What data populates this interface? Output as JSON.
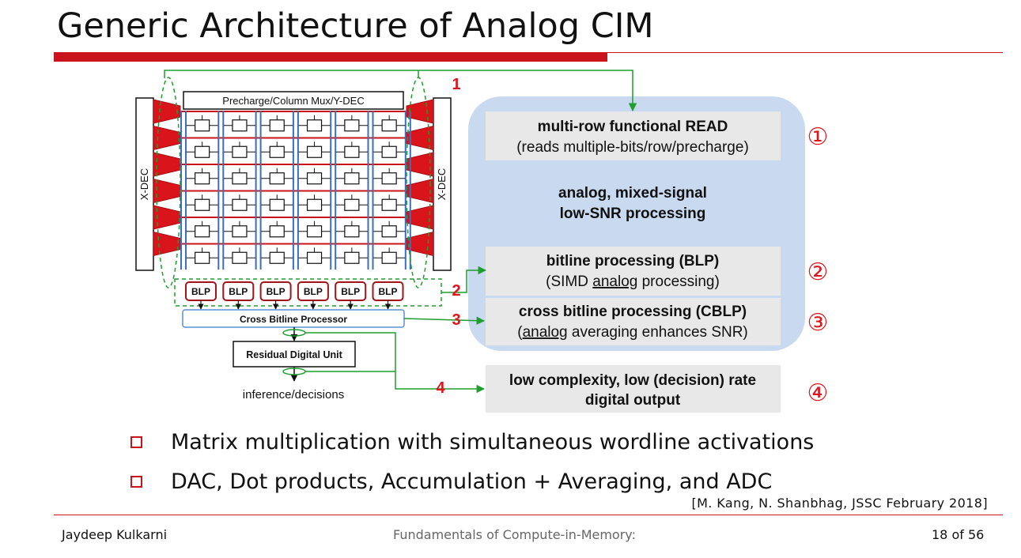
{
  "slide": {
    "title": "Generic Architecture of Analog CIM",
    "accent_color": "#c8141a",
    "arrow_color": "#1f9d2e",
    "panel_color": "#c9d9ef"
  },
  "diagram": {
    "header_block": "Precharge/Column Mux/Y-DEC",
    "xdec_left": "X-DEC",
    "xdec_right": "X-DEC",
    "blp_label": "BLP",
    "blp_count": 6,
    "cross_bitline": "Cross Bitline Processor",
    "residual": "Residual Digital Unit",
    "output": "inference/decisions",
    "arrow_numbers": [
      "1",
      "2",
      "3",
      "4"
    ],
    "blocks": [
      {
        "line1": "multi-row functional READ",
        "line2": "(reads multiple-bits/row/precharge)",
        "line2_underline": ""
      },
      {
        "line1": "analog, mixed-signal",
        "line2": "low-SNR processing"
      },
      {
        "line1": "bitline processing (BLP)",
        "line2_pre": "(SIMD ",
        "line2_underline": "analog",
        "line2_post": " processing)"
      },
      {
        "line1": "cross bitline processing (CBLP)",
        "line2_pre": "(",
        "line2_underline": "analog",
        "line2_post": " averaging enhances SNR)"
      },
      {
        "line1": "low complexity, low (decision) rate",
        "line2": "digital output"
      }
    ],
    "circled_numbers": [
      "①",
      "②",
      "③",
      "④"
    ]
  },
  "bullets": [
    "Matrix multiplication with simultaneous wordline activations",
    "DAC, Dot products, Accumulation + Averaging, and ADC"
  ],
  "citation": "[M. Kang, N. Shanbhag, JSSC February 2018]",
  "footer": {
    "author": "Jaydeep Kulkarni",
    "title": "Fundamentals of Compute-in-Memory:",
    "page": "18 of 56"
  }
}
